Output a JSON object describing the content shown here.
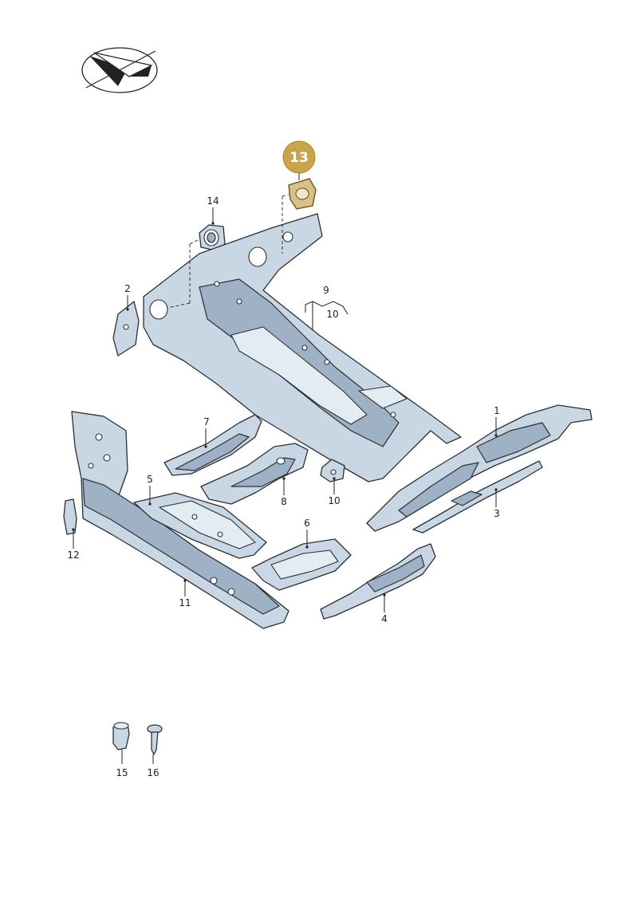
{
  "callouts": {
    "c1": "1",
    "c2": "2",
    "c3": "3",
    "c4": "4",
    "c5": "5",
    "c6": "6",
    "c7": "7",
    "c8": "8",
    "c9": "9",
    "c10a": "10",
    "c10b": "10",
    "c11": "11",
    "c12": "12",
    "c13": "13",
    "c14": "14",
    "c15": "15",
    "c16": "16"
  },
  "colors": {
    "highlight": "#c9a44c",
    "part_fill": "#c9d6e3",
    "outline": "#2b2f36"
  },
  "icons": {
    "logo": "directional-arrow-ellipse-logo"
  }
}
